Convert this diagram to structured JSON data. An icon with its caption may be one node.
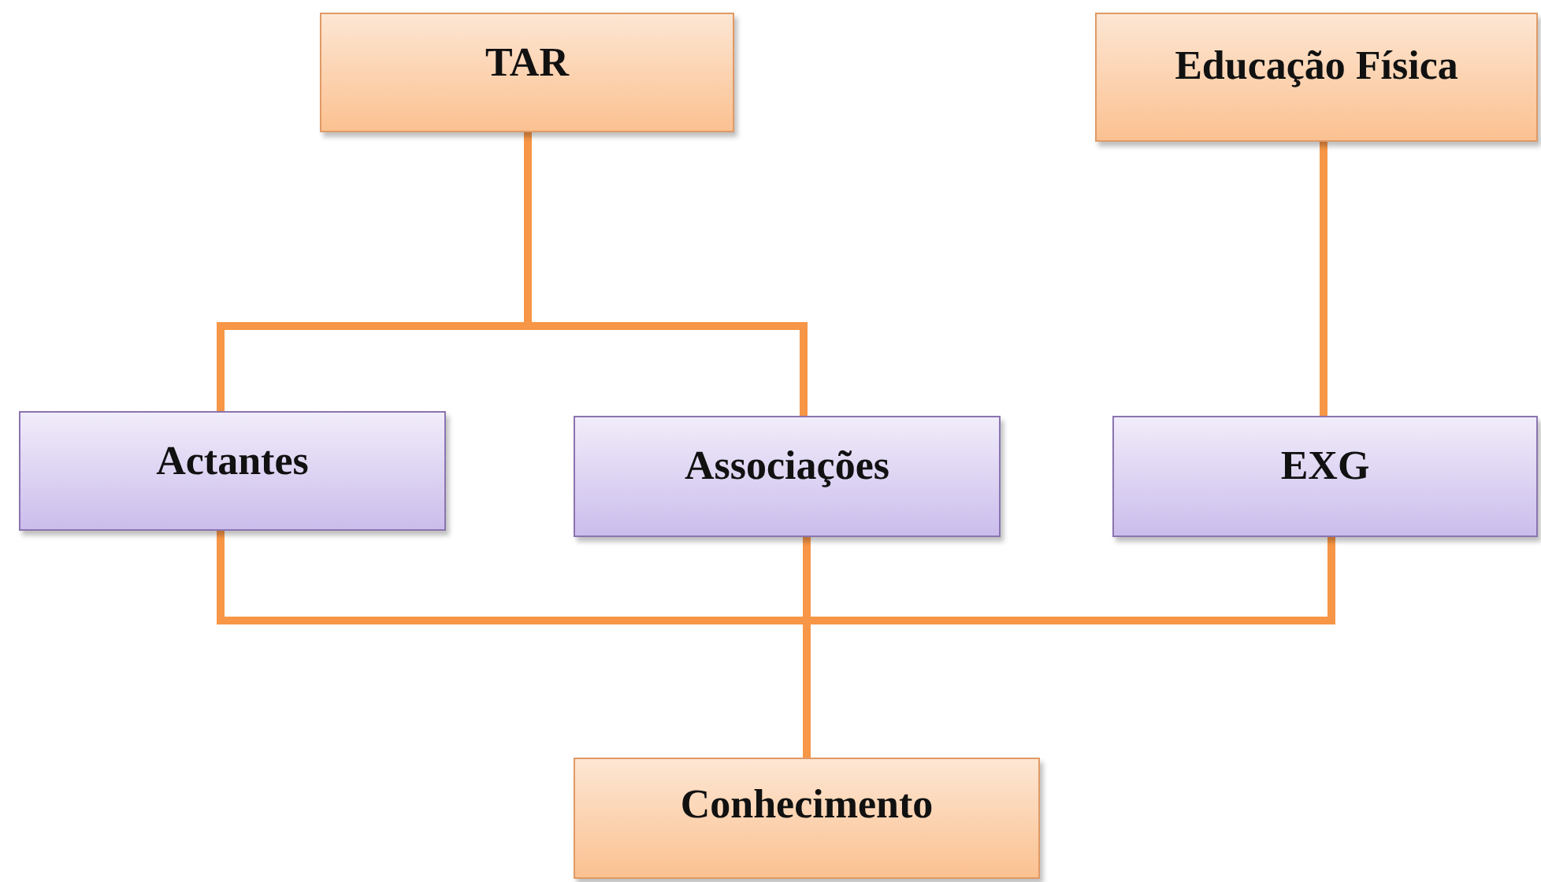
{
  "diagram": {
    "nodes": [
      {
        "text": [
          "TAR"
        ]
      },
      {
        "text": [
          "Educação Física"
        ]
      },
      {
        "text": [
          "Actantes"
        ]
      },
      {
        "text": [
          "Associações"
        ]
      },
      {
        "text": [
          "EXG"
        ]
      },
      {
        "text": [
          "Conhecimento"
        ]
      }
    ],
    "edges": [
      {
        "from": 0,
        "to": 2,
        "arrow": "none"
      },
      {
        "from": 0,
        "to": 3,
        "arrow": "none"
      },
      {
        "from": 1,
        "to": 4,
        "arrow": "none"
      },
      {
        "from": 2,
        "to": 5,
        "arrow": "none"
      },
      {
        "from": 3,
        "to": 5,
        "arrow": "none"
      },
      {
        "from": 4,
        "to": 5,
        "arrow": "none"
      }
    ]
  }
}
